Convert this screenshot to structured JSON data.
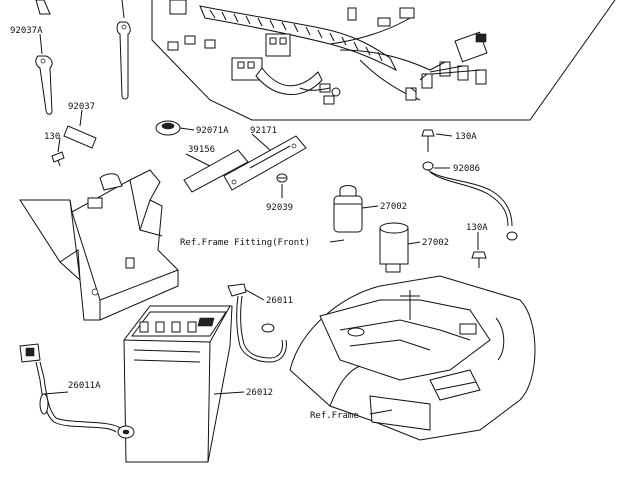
{
  "diagram": {
    "part_labels": {
      "p92037A": "92037A",
      "p92037": "92037",
      "p130_left": "130",
      "p92071A": "92071A",
      "p92171": "92171",
      "p39156": "39156",
      "p92039": "92039",
      "p130A_top": "130A",
      "p92086": "92086",
      "p27002_upper": "27002",
      "p27002_lower": "27002",
      "p130A_bottom": "130A",
      "p26011": "26011",
      "p26011A": "26011A",
      "p26012": "26012"
    },
    "notes": {
      "frame_fitting_front": "Ref.Frame Fitting(Front)",
      "frame": "Ref.Frame"
    },
    "colors": {
      "line": "#111111",
      "background": "#ffffff"
    }
  }
}
